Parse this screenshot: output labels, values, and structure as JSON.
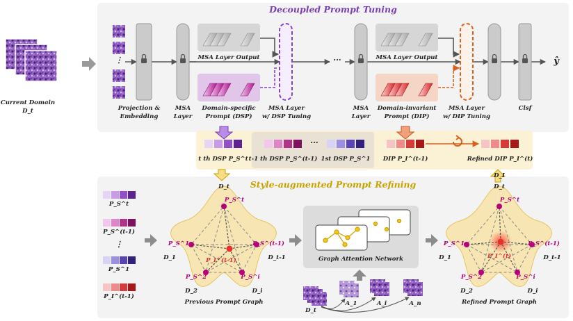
{
  "sections": {
    "top_title": "Decoupled Prompt Tuning",
    "bottom_title": "Style-augmented Prompt Refining"
  },
  "colors": {
    "top_title": "#7b3fb5",
    "bottom_title": "#c8a200",
    "dsp": "#8a3fd0",
    "dip": "#d9601e",
    "node": "#b5007a",
    "center": "#e8302c"
  },
  "input": {
    "label_line1": "Current Domain",
    "label_line2": "D_t"
  },
  "top_labels": {
    "projection": "Projection &",
    "embedding": "Embedding",
    "msa1": "MSA",
    "msa1b": "Layer",
    "msa_output1": "MSA Layer Output",
    "dsp1": "Domain-specific",
    "dsp2": "Prompt (DSP)",
    "msa_dsp1": "MSA Layer",
    "msa_dsp2": "w/ DSP Tuning",
    "msa2": "MSA",
    "msa2b": "Layer",
    "msa_output2": "MSA Layer Output",
    "dip1": "Domain-invariant",
    "dip2": "Prompt (DIP)",
    "msa_dip1": "MSA Layer",
    "msa_dip2": "w/ DIP Tuning",
    "clsf": "Clsf",
    "output": "ŷ",
    "dots": "···",
    "vdots": "⋮"
  },
  "prompt_pool": {
    "tth": "t th DSP P_S^t",
    "t1th": "t-1 th DSP P_S^(t-1)",
    "first": "1st DSP P_S^1",
    "dip": "DIP P_I^(t-1)",
    "refined": "Refined DIP P_I^(t)",
    "dots": "···"
  },
  "legend": [
    {
      "label": "P_S^t"
    },
    {
      "label": "P_S^(t-1)"
    },
    {
      "label": "⋮"
    },
    {
      "label": "P_S^1"
    },
    {
      "label": "P_I^(t-1)"
    }
  ],
  "prev_graph": {
    "caption": "Previous Prompt Graph",
    "d_top": "D_t",
    "d_left": "D_1",
    "d_right": "D_t-1",
    "d_bl": "D_2",
    "d_br": "D_i",
    "n_top": "P_S^t",
    "n_left": "P_S^1",
    "n_right": "P_S^(t-1)",
    "n_bl": "P_S^2",
    "n_br": "P_S^i",
    "n_center": "P_I^(t-1)"
  },
  "gat": {
    "label": "Graph Attention Network",
    "dt": "D_t",
    "a1": "A_1",
    "ai": "A_i",
    "an": "A_n"
  },
  "ref_graph": {
    "caption": "Refined Prompt Graph",
    "d_top": "D_t",
    "d_left": "D_1",
    "d_right": "D_t-1",
    "d_bl": "D_2",
    "d_br": "D_i",
    "n_top": "P_S^t",
    "n_left": "P_S^1",
    "n_right": "P_S^(t-1)",
    "n_bl": "P_S^2",
    "n_br": "P_S^i",
    "n_center": "P_I^(t)",
    "d_pool": "D_I"
  }
}
